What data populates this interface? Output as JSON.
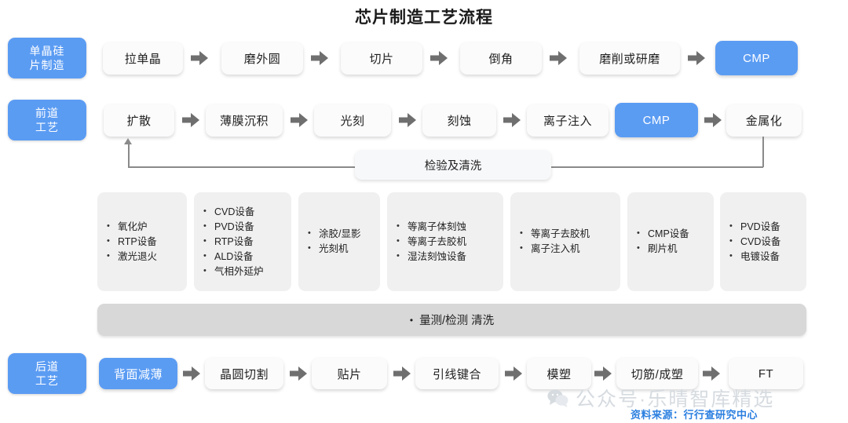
{
  "title": "芯片制造工艺流程",
  "categories": {
    "wafer": "单晶硅\n片制造",
    "wafer_l1": "单晶硅",
    "wafer_l2": "片制造",
    "feol_l1": "前道",
    "feol_l2": "工艺",
    "beol_l1": "后道",
    "beol_l2": "工艺"
  },
  "rows": {
    "wafer": {
      "label_l1": "单晶硅",
      "label_l2": "片制造",
      "steps": [
        {
          "label": "拉单晶",
          "highlight": false
        },
        {
          "label": "磨外圆",
          "highlight": false
        },
        {
          "label": "切片",
          "highlight": false
        },
        {
          "label": "倒角",
          "highlight": false
        },
        {
          "label": "磨削或研磨",
          "highlight": false
        },
        {
          "label": "CMP",
          "highlight": true
        }
      ]
    },
    "frontend": {
      "label_l1": "前道",
      "label_l2": "工艺",
      "steps": [
        {
          "label": "扩散",
          "highlight": false
        },
        {
          "label": "薄膜沉积",
          "highlight": false
        },
        {
          "label": "光刻",
          "highlight": false
        },
        {
          "label": "刻蚀",
          "highlight": false
        },
        {
          "label": "离子注入",
          "highlight": false
        },
        {
          "label": "CMP",
          "highlight": true
        },
        {
          "label": "金属化",
          "highlight": false
        }
      ]
    },
    "backend": {
      "label_l1": "后道",
      "label_l2": "工艺",
      "steps": [
        {
          "label": "背面减薄",
          "highlight": true
        },
        {
          "label": "晶圆切割",
          "highlight": false
        },
        {
          "label": "贴片",
          "highlight": false
        },
        {
          "label": "引线键合",
          "highlight": false
        },
        {
          "label": "模塑",
          "highlight": false
        },
        {
          "label": "切筋/成塑",
          "highlight": false
        },
        {
          "label": "FT",
          "highlight": false
        }
      ]
    }
  },
  "inspection": {
    "label": "检验及清洗"
  },
  "equipment": [
    {
      "items": [
        "氧化炉",
        "RTP设备",
        "激光退火"
      ]
    },
    {
      "items": [
        "CVD设备",
        "PVD设备",
        "RTP设备",
        "ALD设备",
        "气相外延炉"
      ]
    },
    {
      "items": [
        "涂胶/显影",
        "光刻机"
      ]
    },
    {
      "items": [
        "等离子体刻蚀",
        "等离子去胶机",
        "湿法刻蚀设备"
      ]
    },
    {
      "items": [
        "等离子去胶机",
        "离子注入机"
      ]
    },
    {
      "items": [
        "CMP设备",
        "刷片机"
      ]
    },
    {
      "items": [
        "PVD设备",
        "CVD设备",
        "电镀设备"
      ]
    }
  ],
  "metrology_bar": {
    "bullet": "•",
    "label": "量测/检测  清洗"
  },
  "watermark": {
    "text": "公众号·乐晴智库精选",
    "icon": "wechat-icon"
  },
  "source": {
    "text": "资料来源：行行查研究中心"
  },
  "colors": {
    "accent_blue": "#5b9cf3",
    "source_blue": "#2b7fe0",
    "node_bg": "#fbfbfc",
    "equipment_bg": "#f0f0f0",
    "bar_bg": "#d8d8d8",
    "arrow_gray": "#6f6f6f",
    "watermark_gray": "#d6dbe0"
  }
}
